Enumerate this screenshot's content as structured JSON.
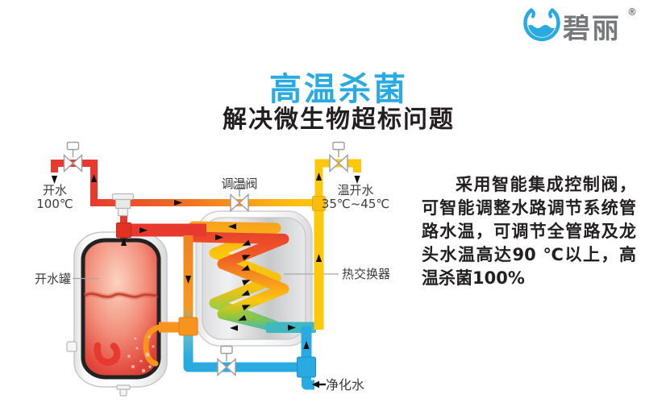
{
  "brand": {
    "name": "碧丽",
    "registered": "®"
  },
  "heading": {
    "title": "高温杀菌",
    "subtitle": "解决微生物超标问题"
  },
  "description": {
    "text": "采用智能集成控制阀，可智能调整水路调节系统管路水温，可调节全管路及龙头水温高达90 ℃以上，高温杀菌100%"
  },
  "diagram": {
    "labels": {
      "boiling_water": {
        "line1": "开水",
        "line2": "100℃"
      },
      "warm_water": {
        "line1": "温开水",
        "line2": "35℃~45℃"
      },
      "temp_control_valve": "调温阀",
      "boiling_tank": "开水罐",
      "heat_exchanger": "热交换器",
      "purified_water": "净化水"
    },
    "colors": {
      "hot_red": "#e8392f",
      "warm_orange": "#f7941e",
      "mild_yellow": "#fdc70c",
      "cool_green": "#8dc63f",
      "teal": "#3fb8c1",
      "cold_blue": "#29abe2",
      "accent_blue": "#29abe2",
      "brand_gray": "#77787b",
      "text_black": "#231f20"
    }
  }
}
